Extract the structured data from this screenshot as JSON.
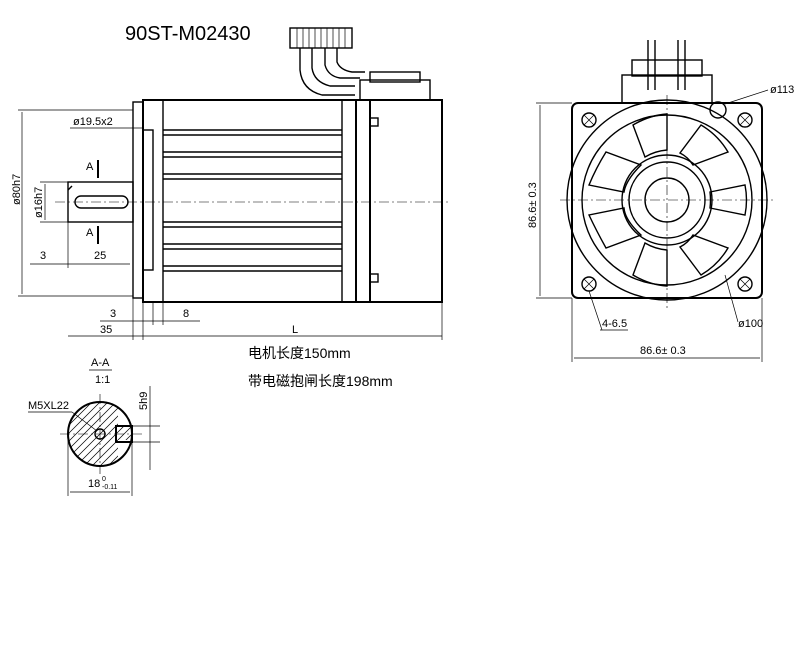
{
  "title": "90ST-M02430",
  "side_view": {
    "dims": {
      "collar_dia": "ø19.5x2",
      "flange_dia": "ø80h7",
      "shaft_dia": "ø16h7",
      "section_mark_top": "A",
      "section_mark_bottom": "A",
      "shaft_offset": "3",
      "shaft_length": "25",
      "flange_thk": "3",
      "spigot_len": "35",
      "rear_len": "8",
      "body_len": "L"
    },
    "notes": [
      "电机长度150mm",
      "带电磁抱闸长度198mm"
    ]
  },
  "front_view": {
    "dims": {
      "bolt_circle": "ø113",
      "height": "86.6± 0.3",
      "width": "86.6± 0.3",
      "holes": "4-6.5",
      "pilot_dia": "ø100"
    }
  },
  "section_view": {
    "label": "A-A",
    "scale": "1:1",
    "thread": "M5XL22",
    "key_width": "5h9",
    "shaft_dim": "18",
    "tol_upper": "0",
    "tol_lower": "-0.11"
  }
}
